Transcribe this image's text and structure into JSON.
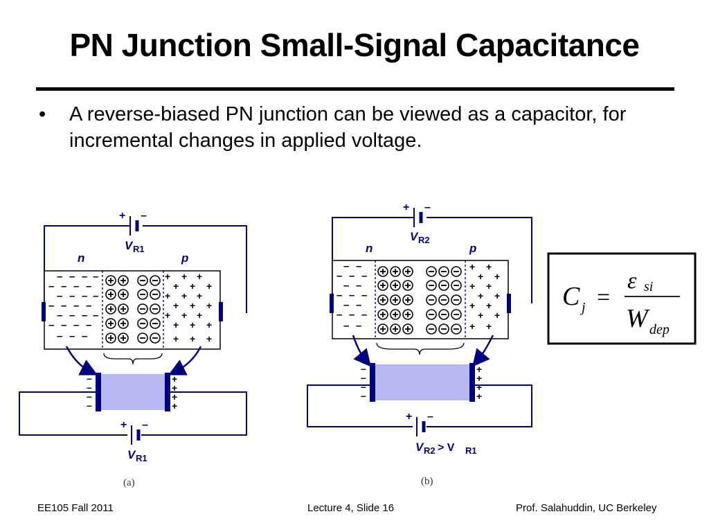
{
  "slide": {
    "title": "PN Junction Small-Signal Capacitance",
    "bullet": "A reverse-biased PN junction can be viewed as a capacitor, for incremental changes in applied voltage.",
    "bullet_marker": "•"
  },
  "figure_a": {
    "caption": "(a)",
    "n_label": "n",
    "p_label": "p",
    "battery_label": "V",
    "battery_sub": "R1",
    "bottom_battery_label": "V",
    "bottom_battery_sub": "R1",
    "plus": "+",
    "minus": "–"
  },
  "figure_b": {
    "caption": "(b)",
    "n_label": "n",
    "p_label": "p",
    "battery_label": "V",
    "battery_sub": "R2",
    "bottom_battery_label": "V",
    "bottom_battery_sub": "R2",
    "bottom_compare": " > V",
    "bottom_compare_sub": "R1",
    "plus": "+",
    "minus": "–"
  },
  "formula": {
    "lhs": "C",
    "lhs_sub": "j",
    "equals": "=",
    "numerator": "ε",
    "numerator_sub": "si",
    "denominator": "W",
    "denominator_sub": "dep"
  },
  "footer": {
    "left": "EE105 Fall 2011",
    "middle": "Lecture 4, Slide 16",
    "right": "Prof. Salahuddin, UC Berkeley"
  },
  "colors": {
    "plate": "#00007f",
    "dielectric": "#b8b8f0",
    "wire": "#00007f",
    "text": "#000000"
  }
}
